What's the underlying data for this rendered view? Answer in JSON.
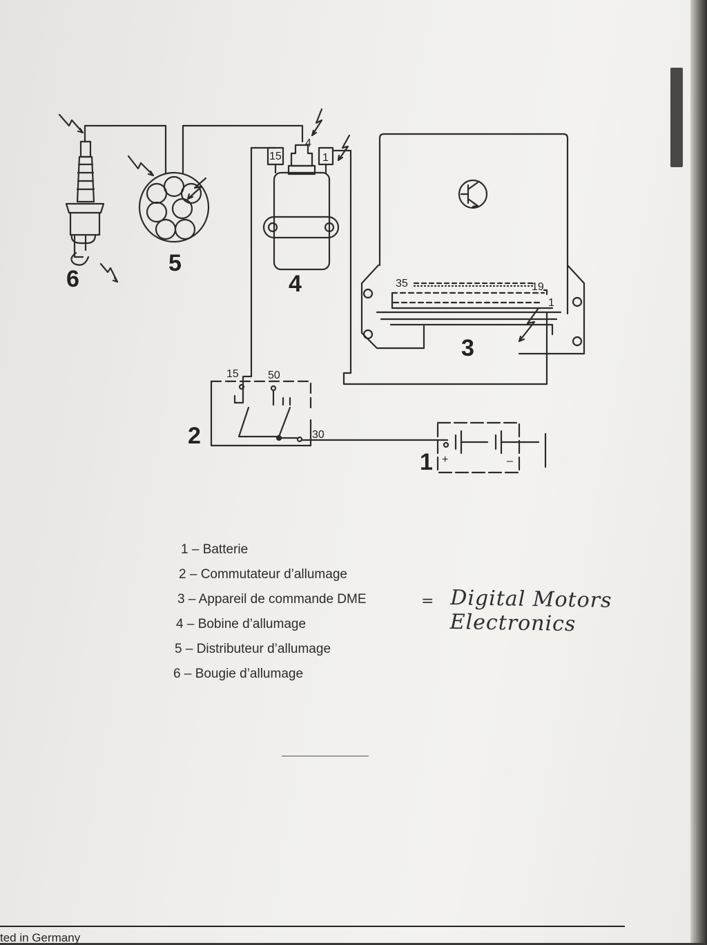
{
  "diagram": {
    "components": {
      "c1": "1",
      "c2": "2",
      "c3": "3",
      "c4": "4",
      "c5": "5",
      "c6": "6"
    },
    "terminals": {
      "coil_15": "15",
      "coil_4": "4",
      "coil_1": "1",
      "switch_15": "15",
      "switch_50": "50",
      "switch_30": "30",
      "ecu_35": "35",
      "ecu_19": "19",
      "ecu_1": "1"
    },
    "battery_signs": {
      "plus": "+",
      "minus": "–"
    }
  },
  "legend": [
    "1 – Batterie",
    "2 – Commutateur d’allumage",
    "3 – Appareil de commande DME",
    "4 – Bobine d’allumage",
    "5 – Distributeur d’allumage",
    "6 – Bougie d’allumage"
  ],
  "annotation": {
    "equals": "=",
    "handwritten": "Digital Motors Electronics"
  },
  "footer": {
    "left": "ted in Germany"
  }
}
